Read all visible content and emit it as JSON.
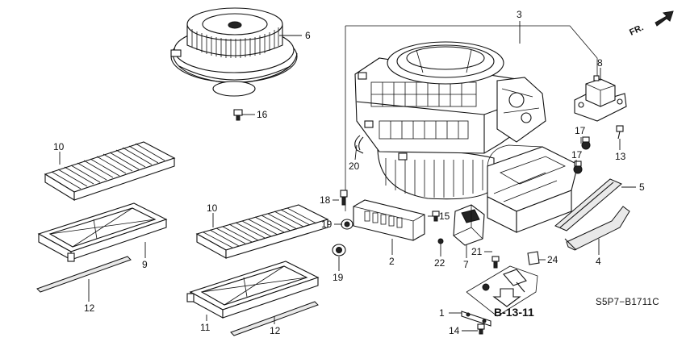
{
  "direction_label": "FR.",
  "reference_label": "B-13-11",
  "diagram_code": "S5P7−B1711C",
  "callouts": {
    "p1": "1",
    "p2": "2",
    "p3": "3",
    "p4": "4",
    "p5": "5",
    "p6": "6",
    "p7": "7",
    "p8": "8",
    "p9": "9",
    "p10a": "10",
    "p10b": "10",
    "p11": "11",
    "p12a": "12",
    "p12b": "12",
    "p13": "13",
    "p14": "14",
    "p15": "15",
    "p16": "16",
    "p17a": "17",
    "p17b": "17",
    "p18": "18",
    "p19a": "19",
    "p19b": "19",
    "p20": "20",
    "p21": "21",
    "p22": "22",
    "p24": "24"
  }
}
